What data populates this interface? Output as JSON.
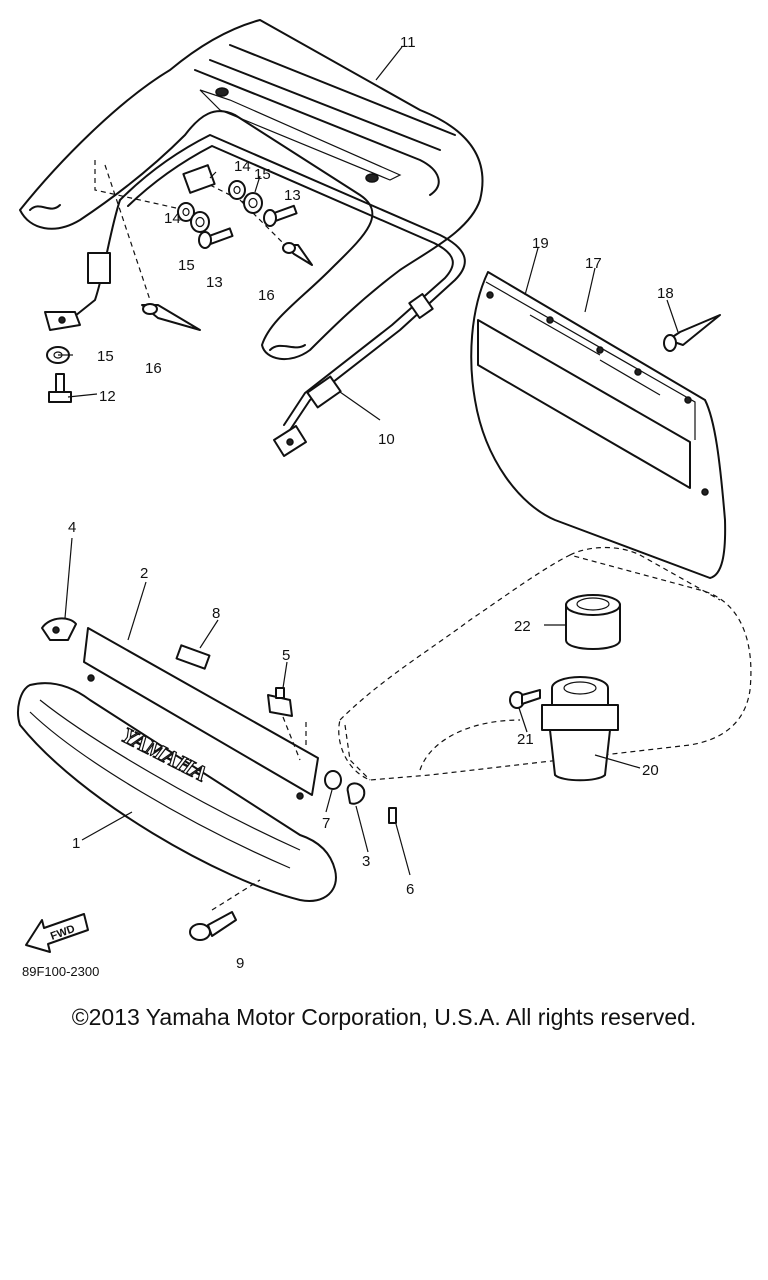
{
  "diagram": {
    "callouts": [
      "1",
      "2",
      "3",
      "4",
      "5",
      "6",
      "7",
      "8",
      "9",
      "10",
      "11",
      "12",
      "13",
      "13",
      "14",
      "14",
      "15",
      "15",
      "15",
      "16",
      "16",
      "17",
      "18",
      "19",
      "20",
      "21",
      "22"
    ],
    "brand_text": "YAMAHA",
    "fwd_text": "FWD",
    "drawing_code": "89F100-2300"
  },
  "footer": {
    "copyright": "©2013 Yamaha Motor Corporation, U.S.A. All rights reserved."
  }
}
